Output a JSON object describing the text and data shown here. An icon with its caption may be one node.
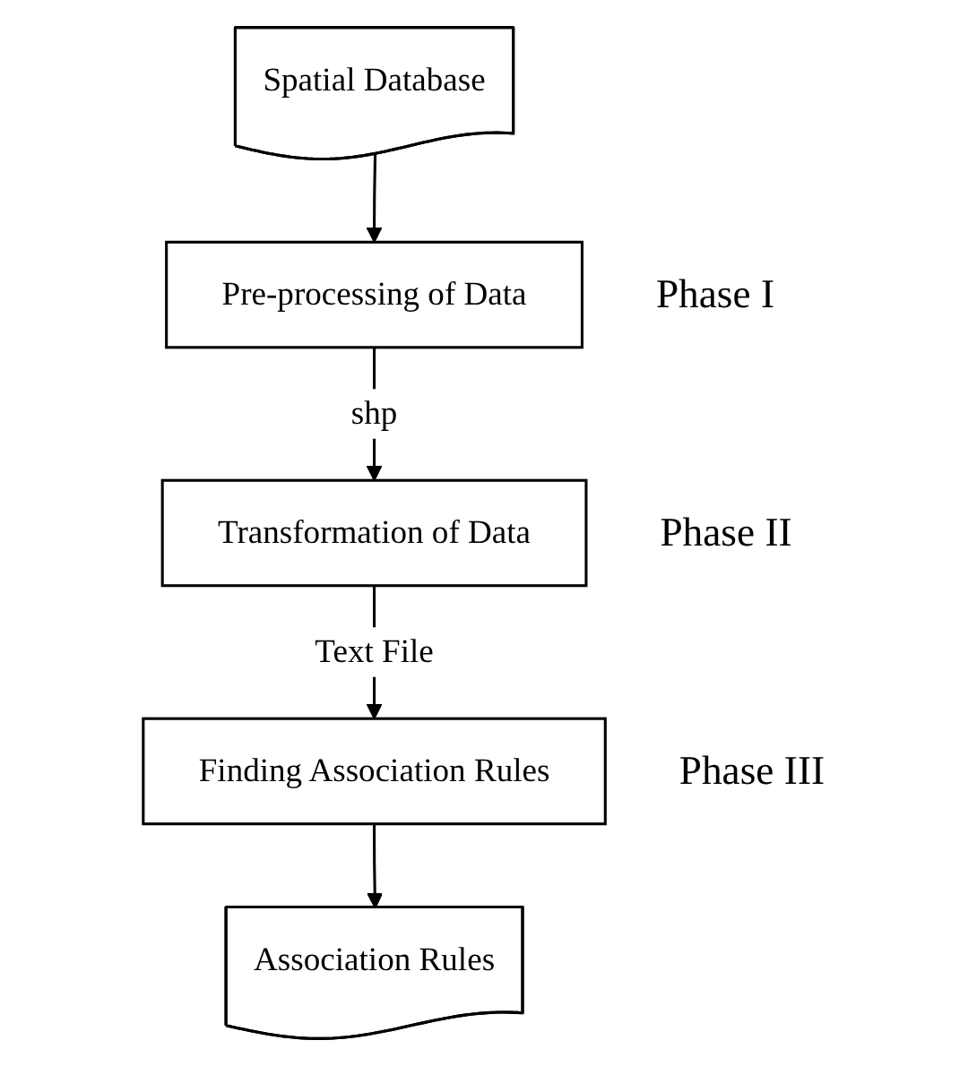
{
  "diagram": {
    "nodes": [
      {
        "text": [
          "Spatial Database"
        ]
      },
      {
        "text": [
          "Pre-processing of Data"
        ],
        "beside": [
          "Phase I"
        ]
      },
      {
        "text": [
          "Transformation of Data"
        ],
        "beside": [
          "Phase II"
        ]
      },
      {
        "text": [
          "Finding Association Rules"
        ],
        "beside": [
          "Phase III"
        ]
      },
      {
        "text": [
          "Association Rules"
        ]
      }
    ],
    "edges": [
      {
        "from": 0,
        "to": 1,
        "arrow": "to"
      },
      {
        "from": 1,
        "to": 2,
        "arrow": "to",
        "label": "shp"
      },
      {
        "from": 2,
        "to": 3,
        "arrow": "to",
        "label": "Text File"
      },
      {
        "from": 3,
        "to": 4,
        "arrow": "to"
      }
    ]
  }
}
